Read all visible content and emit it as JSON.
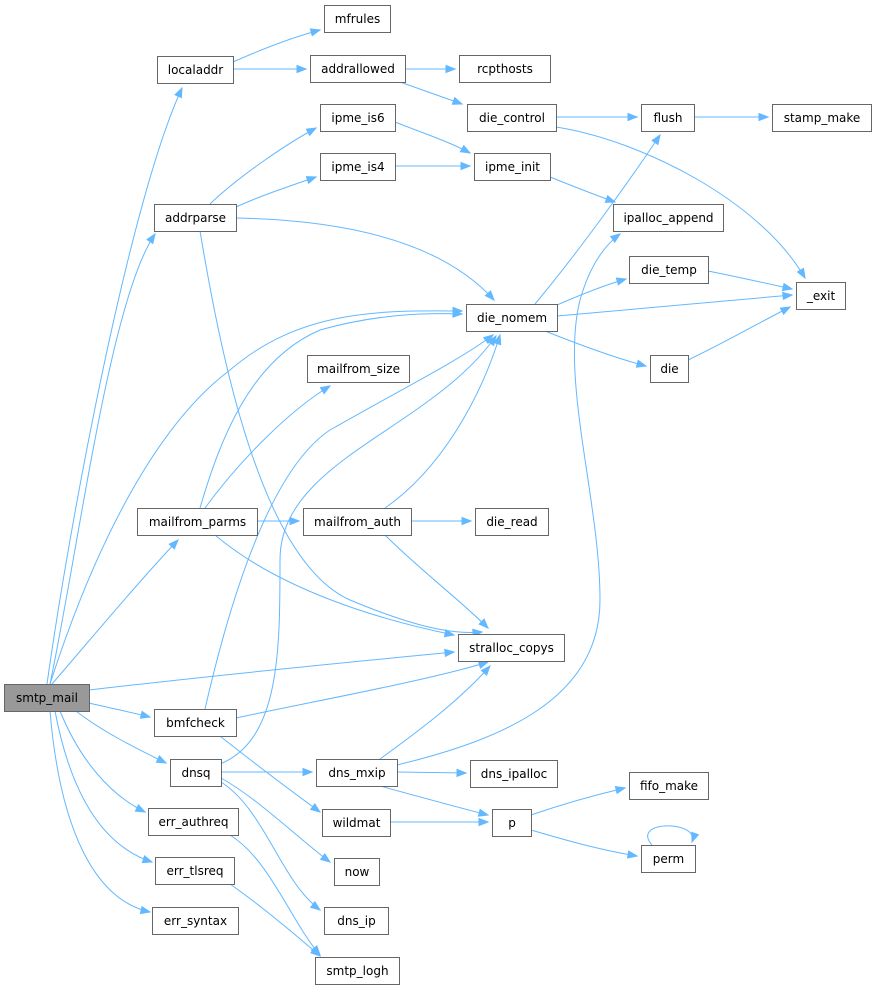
{
  "diagram": {
    "edge_color": "#63b8ff",
    "node_border_color": "#666666",
    "root_fill_color": "#999999",
    "nodes": [
      {
        "id": "smtp_mail",
        "label": "smtp_mail",
        "root": true
      },
      {
        "id": "localaddr",
        "label": "localaddr"
      },
      {
        "id": "mfrules",
        "label": "mfrules"
      },
      {
        "id": "addrallowed",
        "label": "addrallowed"
      },
      {
        "id": "rcpthosts",
        "label": "rcpthosts"
      },
      {
        "id": "die_control",
        "label": "die_control"
      },
      {
        "id": "flush",
        "label": "flush"
      },
      {
        "id": "stamp_make",
        "label": "stamp_make"
      },
      {
        "id": "ipme_is6",
        "label": "ipme_is6"
      },
      {
        "id": "ipme_is4",
        "label": "ipme_is4"
      },
      {
        "id": "ipme_init",
        "label": "ipme_init"
      },
      {
        "id": "addrparse",
        "label": "addrparse"
      },
      {
        "id": "ipalloc_append",
        "label": "ipalloc_append"
      },
      {
        "id": "die_temp",
        "label": "die_temp"
      },
      {
        "id": "_exit",
        "label": "_exit"
      },
      {
        "id": "die_nomem",
        "label": "die_nomem"
      },
      {
        "id": "die",
        "label": "die"
      },
      {
        "id": "mailfrom_size",
        "label": "mailfrom_size"
      },
      {
        "id": "mailfrom_parms",
        "label": "mailfrom_parms"
      },
      {
        "id": "mailfrom_auth",
        "label": "mailfrom_auth"
      },
      {
        "id": "die_read",
        "label": "die_read"
      },
      {
        "id": "stralloc_copys",
        "label": "stralloc_copys"
      },
      {
        "id": "bmfcheck",
        "label": "bmfcheck"
      },
      {
        "id": "dnsq",
        "label": "dnsq"
      },
      {
        "id": "dns_mxip",
        "label": "dns_mxip"
      },
      {
        "id": "dns_ipalloc",
        "label": "dns_ipalloc"
      },
      {
        "id": "fifo_make",
        "label": "fifo_make"
      },
      {
        "id": "err_authreq",
        "label": "err_authreq"
      },
      {
        "id": "wildmat",
        "label": "wildmat"
      },
      {
        "id": "p",
        "label": "p"
      },
      {
        "id": "perm",
        "label": "perm"
      },
      {
        "id": "err_tlsreq",
        "label": "err_tlsreq"
      },
      {
        "id": "now",
        "label": "now"
      },
      {
        "id": "err_syntax",
        "label": "err_syntax"
      },
      {
        "id": "dns_ip",
        "label": "dns_ip"
      },
      {
        "id": "smtp_logh",
        "label": "smtp_logh"
      }
    ],
    "edges": [
      {
        "from": "smtp_mail",
        "to": "localaddr"
      },
      {
        "from": "smtp_mail",
        "to": "addrparse"
      },
      {
        "from": "smtp_mail",
        "to": "die_nomem"
      },
      {
        "from": "smtp_mail",
        "to": "mailfrom_parms"
      },
      {
        "from": "smtp_mail",
        "to": "stralloc_copys"
      },
      {
        "from": "smtp_mail",
        "to": "bmfcheck"
      },
      {
        "from": "smtp_mail",
        "to": "dnsq"
      },
      {
        "from": "smtp_mail",
        "to": "err_authreq"
      },
      {
        "from": "smtp_mail",
        "to": "err_tlsreq"
      },
      {
        "from": "smtp_mail",
        "to": "err_syntax"
      },
      {
        "from": "localaddr",
        "to": "mfrules"
      },
      {
        "from": "localaddr",
        "to": "addrallowed"
      },
      {
        "from": "addrallowed",
        "to": "rcpthosts"
      },
      {
        "from": "addrallowed",
        "to": "die_control"
      },
      {
        "from": "die_control",
        "to": "flush"
      },
      {
        "from": "die_control",
        "to": "_exit"
      },
      {
        "from": "flush",
        "to": "stamp_make"
      },
      {
        "from": "addrparse",
        "to": "ipme_is6"
      },
      {
        "from": "addrparse",
        "to": "ipme_is4"
      },
      {
        "from": "addrparse",
        "to": "die_nomem"
      },
      {
        "from": "addrparse",
        "to": "stralloc_copys"
      },
      {
        "from": "ipme_is6",
        "to": "ipme_init"
      },
      {
        "from": "ipme_is4",
        "to": "ipme_init"
      },
      {
        "from": "ipme_init",
        "to": "ipalloc_append"
      },
      {
        "from": "die_nomem",
        "to": "flush"
      },
      {
        "from": "die_nomem",
        "to": "die_temp"
      },
      {
        "from": "die_nomem",
        "to": "_exit"
      },
      {
        "from": "die_nomem",
        "to": "die"
      },
      {
        "from": "die_temp",
        "to": "_exit"
      },
      {
        "from": "die",
        "to": "_exit"
      },
      {
        "from": "mailfrom_parms",
        "to": "die_nomem"
      },
      {
        "from": "mailfrom_parms",
        "to": "mailfrom_size"
      },
      {
        "from": "mailfrom_parms",
        "to": "mailfrom_auth"
      },
      {
        "from": "mailfrom_parms",
        "to": "stralloc_copys"
      },
      {
        "from": "mailfrom_auth",
        "to": "die_nomem"
      },
      {
        "from": "mailfrom_auth",
        "to": "die_read"
      },
      {
        "from": "mailfrom_auth",
        "to": "stralloc_copys"
      },
      {
        "from": "bmfcheck",
        "to": "die_nomem"
      },
      {
        "from": "bmfcheck",
        "to": "stralloc_copys"
      },
      {
        "from": "bmfcheck",
        "to": "wildmat"
      },
      {
        "from": "dnsq",
        "to": "die_nomem"
      },
      {
        "from": "dnsq",
        "to": "dns_mxip"
      },
      {
        "from": "dnsq",
        "to": "now"
      },
      {
        "from": "dnsq",
        "to": "dns_ip"
      },
      {
        "from": "dns_mxip",
        "to": "stralloc_copys"
      },
      {
        "from": "dns_mxip",
        "to": "ipalloc_append"
      },
      {
        "from": "dns_mxip",
        "to": "dns_ipalloc"
      },
      {
        "from": "dns_mxip",
        "to": "p"
      },
      {
        "from": "wildmat",
        "to": "p"
      },
      {
        "from": "p",
        "to": "fifo_make"
      },
      {
        "from": "p",
        "to": "perm"
      },
      {
        "from": "perm",
        "to": "perm"
      },
      {
        "from": "err_authreq",
        "to": "smtp_logh"
      },
      {
        "from": "err_tlsreq",
        "to": "smtp_logh"
      }
    ]
  }
}
